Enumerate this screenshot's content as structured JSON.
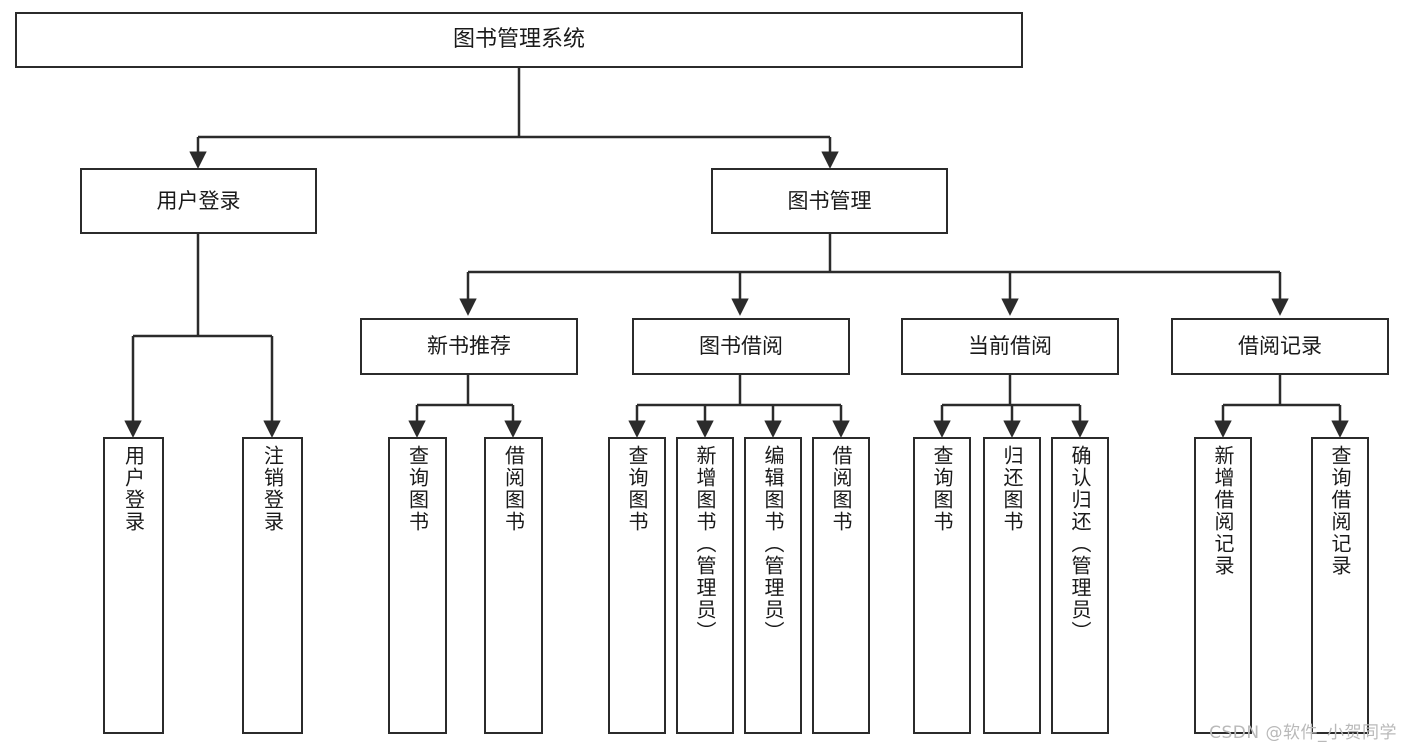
{
  "diagram": {
    "type": "tree-hierarchy",
    "title": "图书管理系统",
    "orientation": "top-down",
    "watermark": "CSDN @软件_小贺同学",
    "colors": {
      "node_border": "#2b2b2b",
      "node_fill": "#ffffff",
      "edge": "#2b2b2b",
      "text": "#1a1a1a",
      "watermark": "#b9b9b9",
      "background": "#ffffff"
    },
    "nodes": {
      "root": {
        "label": "图书管理系统",
        "level": 0
      },
      "user_login": {
        "label": "用户登录",
        "level": 1
      },
      "book_manage": {
        "label": "图书管理",
        "level": 1
      },
      "new_book_rec": {
        "label": "新书推荐",
        "level": 2
      },
      "book_borrow": {
        "label": "图书借阅",
        "level": 2
      },
      "current_borrow": {
        "label": "当前借阅",
        "level": 2
      },
      "borrow_record": {
        "label": "借阅记录",
        "level": 2
      },
      "leaf_user_login": {
        "label": "用户登录",
        "level": 2
      },
      "leaf_logout": {
        "label": "注销登录",
        "level": 2
      },
      "leaf_query_book_1": {
        "label": "查询图书",
        "level": 3
      },
      "leaf_borrow_book_1": {
        "label": "借阅图书",
        "level": 3
      },
      "leaf_query_book_2": {
        "label": "查询图书",
        "level": 3
      },
      "leaf_add_book": {
        "label": "新增图书（管理员）",
        "level": 3
      },
      "leaf_edit_book": {
        "label": "编辑图书（管理员）",
        "level": 3
      },
      "leaf_borrow_book_2": {
        "label": "借阅图书",
        "level": 3
      },
      "leaf_query_book_3": {
        "label": "查询图书",
        "level": 3
      },
      "leaf_return_book": {
        "label": "归还图书",
        "level": 3
      },
      "leaf_confirm_return": {
        "label": "确认归还（管理员）",
        "level": 3
      },
      "leaf_add_record": {
        "label": "新增借阅记录",
        "level": 3
      },
      "leaf_query_record": {
        "label": "查询借阅记录",
        "level": 3
      }
    },
    "edges": [
      {
        "from": "root",
        "to": "user_login"
      },
      {
        "from": "root",
        "to": "book_manage"
      },
      {
        "from": "user_login",
        "to": "leaf_user_login"
      },
      {
        "from": "user_login",
        "to": "leaf_logout"
      },
      {
        "from": "book_manage",
        "to": "new_book_rec"
      },
      {
        "from": "book_manage",
        "to": "book_borrow"
      },
      {
        "from": "book_manage",
        "to": "current_borrow"
      },
      {
        "from": "book_manage",
        "to": "borrow_record"
      },
      {
        "from": "new_book_rec",
        "to": "leaf_query_book_1"
      },
      {
        "from": "new_book_rec",
        "to": "leaf_borrow_book_1"
      },
      {
        "from": "book_borrow",
        "to": "leaf_query_book_2"
      },
      {
        "from": "book_borrow",
        "to": "leaf_add_book"
      },
      {
        "from": "book_borrow",
        "to": "leaf_edit_book"
      },
      {
        "from": "book_borrow",
        "to": "leaf_borrow_book_2"
      },
      {
        "from": "current_borrow",
        "to": "leaf_query_book_3"
      },
      {
        "from": "current_borrow",
        "to": "leaf_return_book"
      },
      {
        "from": "current_borrow",
        "to": "leaf_confirm_return"
      },
      {
        "from": "borrow_record",
        "to": "leaf_add_record"
      },
      {
        "from": "borrow_record",
        "to": "leaf_query_record"
      }
    ]
  }
}
